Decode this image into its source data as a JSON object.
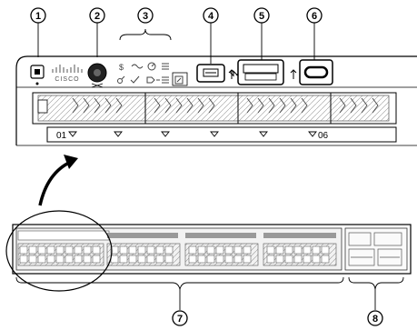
{
  "callouts": [
    "1",
    "2",
    "3",
    "4",
    "5",
    "6",
    "7",
    "8"
  ],
  "logo_text": "CISCO",
  "port_labels": {
    "first": "01",
    "last": "06"
  },
  "icon_names": {
    "c1": "mode-button-icon",
    "c2": "fan-module-icon",
    "c3": "status-led-icons",
    "c4": "mini-usb-console-port-icon",
    "c5": "usb-type-a-port-icon",
    "c6": "usb-type-c-port-icon"
  }
}
